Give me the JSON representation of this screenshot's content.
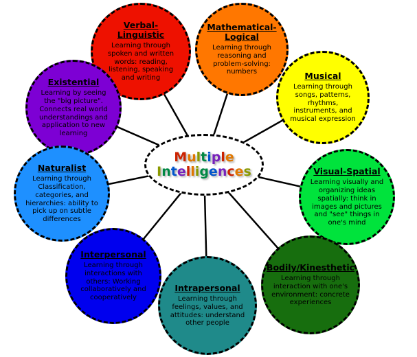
{
  "center": {
    "label": "Multiple Intelligences",
    "letter_colors": [
      "#cc2200",
      "#e07700",
      "#8a9900",
      "#008844",
      "#0055cc",
      "#7722bb"
    ]
  },
  "nodes": [
    {
      "id": "verbal-linguistic",
      "title": "Verbal-Linguistic",
      "description": "Learning through spoken and written words: reading, listening, speaking and writing",
      "color": "#ee1100"
    },
    {
      "id": "mathematical-logical",
      "title": "Mathematical-Logical",
      "description": "Learning through reasoning and problem-solving: numbers",
      "color": "#ff7700"
    },
    {
      "id": "musical",
      "title": "Musical",
      "description": "Learning through songs, patterns, rhythms, instruments, and musical expression",
      "color": "#ffff00"
    },
    {
      "id": "existential",
      "title": "Existential",
      "description": "Learning by seeing the \"big picture\".  Connects real world understandings and application to new learning",
      "color": "#7d00d4"
    },
    {
      "id": "naturalist",
      "title": "Naturalist",
      "description": "Learning through Classification, categories, and hierarchies:  ability to pick up on subtle differences",
      "color": "#1e90ff"
    },
    {
      "id": "visual-spatial",
      "title": "Visual-Spatial",
      "description": "Learning visually and organizing ideas spatially:  think in images and pictures and \"see\" things in one's mind",
      "color": "#00e33c"
    },
    {
      "id": "interpersonal",
      "title": "Interpersonal",
      "description": "Learning through interactions with others:  Working collaboratively and cooperatively",
      "color": "#0000ee"
    },
    {
      "id": "intrapersonal",
      "title": "Intrapersonal",
      "description": "Learning through feelings, values, and attitudes:  understand other people",
      "color": "#1f8a8a"
    },
    {
      "id": "bodily-kinesthetic",
      "title": "Bodily/Kinesthetic",
      "description": "Learning through interaction with one's environment: concrete experiences",
      "color": "#176e0e"
    }
  ]
}
